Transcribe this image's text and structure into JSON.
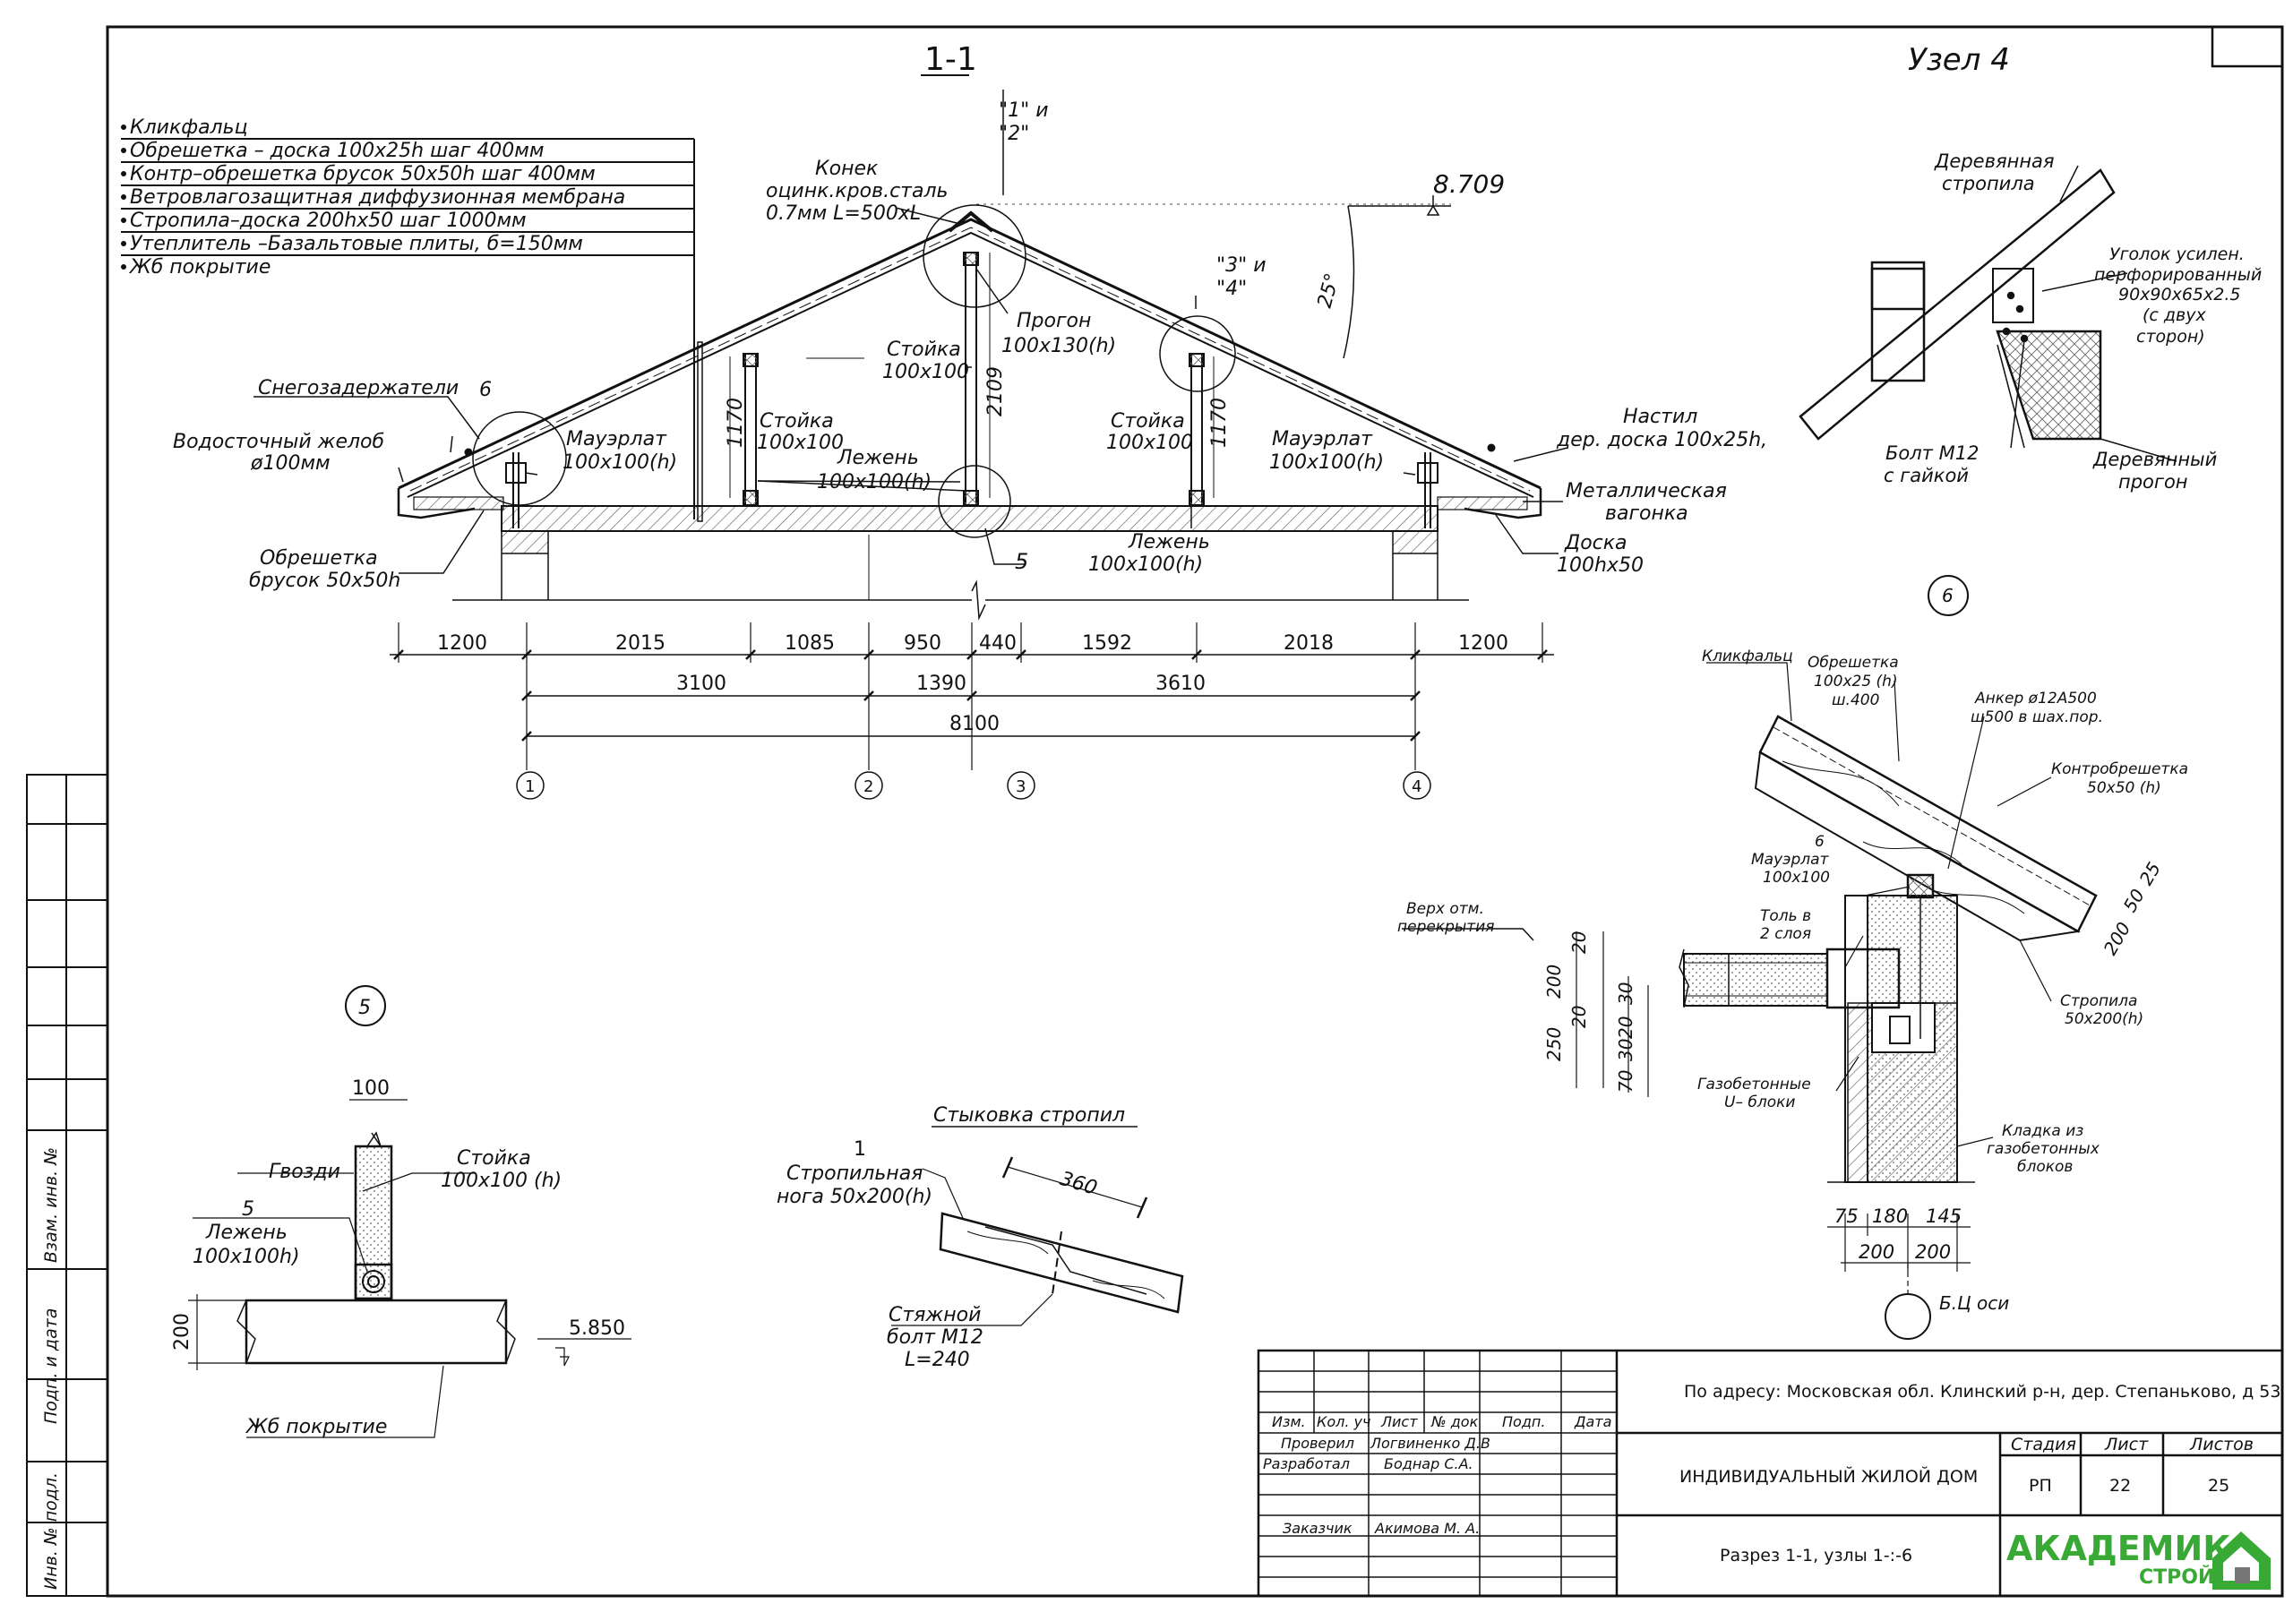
{
  "section": {
    "title": "1-1",
    "node_title": "Узел 4",
    "layers": [
      "Кликфальц",
      "Обрешетка – доска 100х25h шаг 400мм",
      "Контр–обрешетка брусок 50х50h шаг 400мм",
      "Ветровлагозащитная диффузионная мембрана",
      "Стропила–доска 200hх50 шаг 1000мм",
      "Утеплитель –Базальтовые плиты, б=150мм",
      "Жб покрытие"
    ],
    "labels": {
      "nodes12": "\"1\" и",
      "nodes12b": "\"2\"",
      "nodes34": "\"3\" и",
      "nodes34b": "\"4\"",
      "konek1": "Конек",
      "konek2": "оцинк.кров.сталь",
      "konek3": "0.7мм L=500хL",
      "elev_top": "8.709",
      "angle": "25°",
      "progon1": "Прогон",
      "progon2": "100х130(h)",
      "stoika_c1": "Стойка",
      "stoika_c2": "100х100",
      "h2109": "2109",
      "stoika_l1": "Стойка",
      "stoika_l2": "100х100",
      "h1170a": "1170",
      "stoika_r1": "Стойка",
      "stoika_r2": "100х100",
      "h1170b": "1170",
      "lezhen_c1": "Лежень",
      "lezhen_c2": "100х100(h)",
      "lezhen_r1": "Лежень",
      "lezhen_r2": "100х100(h)",
      "snow": "Снегозадержатели",
      "six": "6",
      "five": "5",
      "gutter1": "Водосточный желоб",
      "gutter2": "ø100мм",
      "mauer_l1": "Мауэрлат",
      "mauer_l2": "100х100(h)",
      "mauer_r1": "Мауэрлат",
      "mauer_r2": "100х100(h)",
      "obr1": "Обрешетка",
      "obr2": "брусок 50х50h",
      "nastil1": "Настил",
      "nastil2": "дер. доска 100х25h,",
      "metal1": "Металлическая",
      "metal2": "вагонка",
      "doska1": "Доска",
      "doska2": "100hх50"
    },
    "dims_row1": [
      "1200",
      "2015",
      "1085",
      "950",
      "440",
      "1592",
      "2018",
      "1200"
    ],
    "dims_row2": [
      "3100",
      "1390",
      "3610"
    ],
    "dims_row3": [
      "8100"
    ],
    "axes": [
      "1",
      "2",
      "3",
      "4"
    ]
  },
  "node4": {
    "rafter1": "Деревянная",
    "rafter2": "стропила",
    "corner1": "Уголок усилен.",
    "corner2": "перфорированный",
    "corner3": "90х90х65х2.5",
    "corner4": "(с двух",
    "corner5": "сторон)",
    "bolt1": "Болт М12",
    "bolt2": "с гайкой",
    "purlin1": "Деревянный",
    "purlin2": "прогон"
  },
  "node6": {
    "num": "6",
    "click": "Кликфальц",
    "obr1": "Обрешетка",
    "obr2": "100х25 (h)",
    "obr3": "ш.400",
    "anchor1": "Анкер ø12А500",
    "anchor2": "ш500 в шах.пор.",
    "kontr1": "Контробрешетка",
    "kontr2": "50х50 (h)",
    "m6": "6",
    "mauer1": "Мауэрлат",
    "mauer2": "100х100",
    "tol1": "Толь в",
    "tol2": "2 слоя",
    "top1": "Верх отм.",
    "top2": "перекрытия",
    "gas1": "Газобетонные",
    "gas2": "U– блоки",
    "str1": "Стропила",
    "str2": "50х200(h)",
    "klad1": "Кладка из",
    "klad2": "газобетонных",
    "klad3": "блоков",
    "d200": "200",
    "d50": "50",
    "d25": "25",
    "v20a": "20",
    "v200": "200",
    "v250": "250",
    "v20b": "20",
    "v30": "30",
    "v70": "70",
    "v30b": "30",
    "v20c": "20",
    "b75": "75",
    "b180": "180",
    "b145": "145",
    "b200a": "200",
    "b200b": "200",
    "axis": "Б.Ц оси"
  },
  "node5": {
    "num": "5",
    "d100": "100",
    "nails": "Гвозди",
    "post1": "Стойка",
    "post2": "100х100 (h)",
    "n5": "5",
    "lez1": "Лежень",
    "lez2": "100х100h)",
    "d200": "200",
    "elev": "5.850",
    "slab": "Жб покрытие"
  },
  "splice": {
    "title": "Стыковка стропил",
    "n1": "1",
    "leg1": "Стропильная",
    "leg2": "нога 50х200(h)",
    "d360": "360",
    "bolt1": "Стяжной",
    "bolt2": "болт М12",
    "bolt3": "L=240"
  },
  "left_stamp": [
    "Взам. инв. №",
    "Подп. и дата",
    "Инв. № подл."
  ],
  "titleblock": {
    "cols": [
      "Изм.",
      "Кол. уч",
      "Лист",
      "№ док",
      "Подп.",
      "Дата"
    ],
    "roles": [
      {
        "role": "Проверил",
        "name": "Логвиненко Д.В"
      },
      {
        "role": "Разработал",
        "name": "Боднар С.А."
      },
      {
        "role": "",
        "name": ""
      },
      {
        "role": "Заказчик",
        "name": "Акимова М. А."
      }
    ],
    "address": "По адресу: Московская обл. Клинский р-н, дер. Степаньково, д 53",
    "object": "ИНДИВИДУАЛЬНЫЙ ЖИЛОЙ ДОМ",
    "sheet_title": "Разрез 1-1, узлы 1-:-6",
    "stage_label": "Стадия",
    "sheet_label": "Лист",
    "sheets_label": "Листов",
    "stage": "РП",
    "sheet": "22",
    "sheets": "25",
    "logo1": "АКАДЕМИК",
    "logo2": "СТРОЙ"
  },
  "colors": {
    "logo_green": "#39a935",
    "logo_gray": "#777777",
    "line": "#111111",
    "hatch": "#777777"
  }
}
